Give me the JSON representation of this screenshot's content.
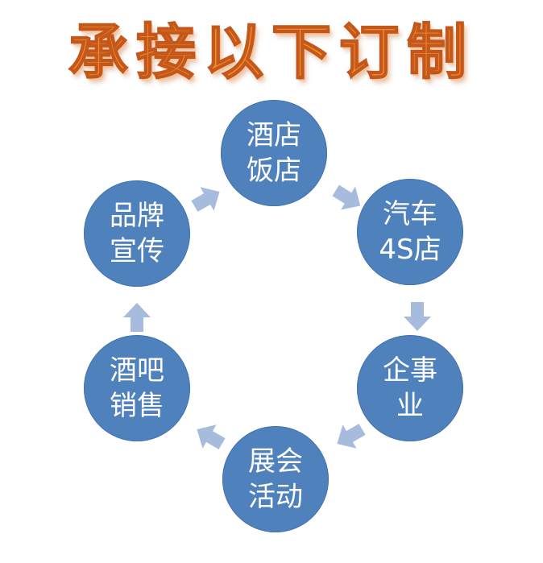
{
  "title": "承接以下订制",
  "colors": {
    "title": "#f08a2c",
    "node_fill": "#4f81bd",
    "node_text": "#ffffff",
    "arrow": "#a7bcdc"
  },
  "nodes": [
    {
      "line1": "酒店",
      "line2": "饭店"
    },
    {
      "line1": "汽车",
      "line2": "4S店"
    },
    {
      "line1": "企事",
      "line2": "业"
    },
    {
      "line1": "展会",
      "line2": "活动"
    },
    {
      "line1": "酒吧",
      "line2": "销售"
    },
    {
      "line1": "品牌",
      "line2": "宣传"
    }
  ],
  "arrow_icon": "arrow-right-icon"
}
